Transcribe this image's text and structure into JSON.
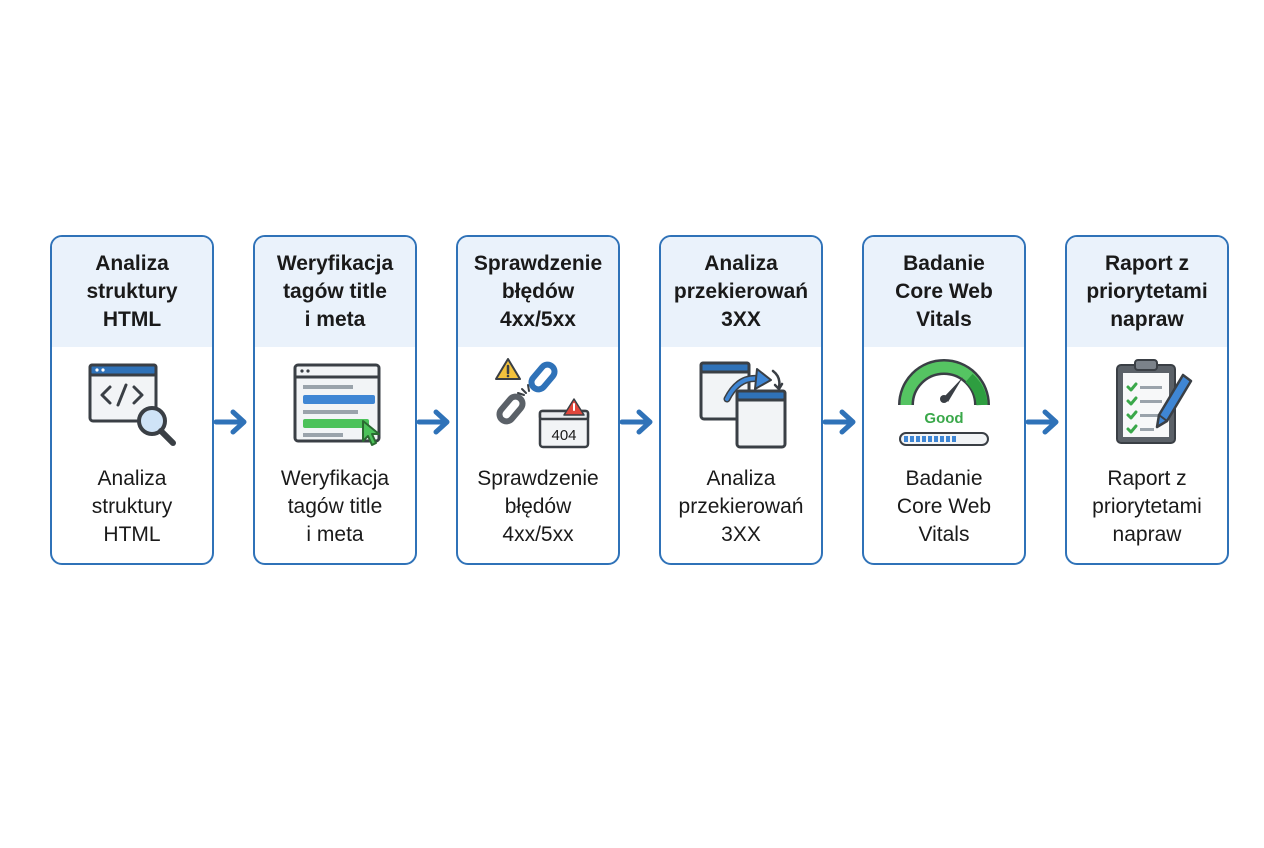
{
  "accent_color": "#2f72b8",
  "steps": [
    {
      "title": "Analiza\nstruktury\nHTML",
      "description": "Analiza\nstruktury\nHTML",
      "icon": "html-code-search-icon"
    },
    {
      "title": "Weryfikacja\ntagów title\ni meta",
      "description": "Weryfikacja\ntagów title\ni meta",
      "icon": "meta-tags-page-icon"
    },
    {
      "title": "Sprawdzenie\nbłędów\n4xx/5xx",
      "description": "Sprawdzenie\nbłędów\n4xx/5xx",
      "icon": "broken-link-icon",
      "badge": "404"
    },
    {
      "title": "Analiza\nprzekierowań\n3XX",
      "description": "Analiza\nprzekierowań\n3XX",
      "icon": "redirect-windows-icon"
    },
    {
      "title": "Badanie\nCore Web\nVitals",
      "description": "Badanie\nCore Web\nVitals",
      "icon": "speed-gauge-icon",
      "gauge_label": "Good"
    },
    {
      "title": "Raport z\npriorytetami\nnapraw",
      "description": "Raport z\npriorytetami\nnapraw",
      "icon": "clipboard-report-icon"
    }
  ]
}
